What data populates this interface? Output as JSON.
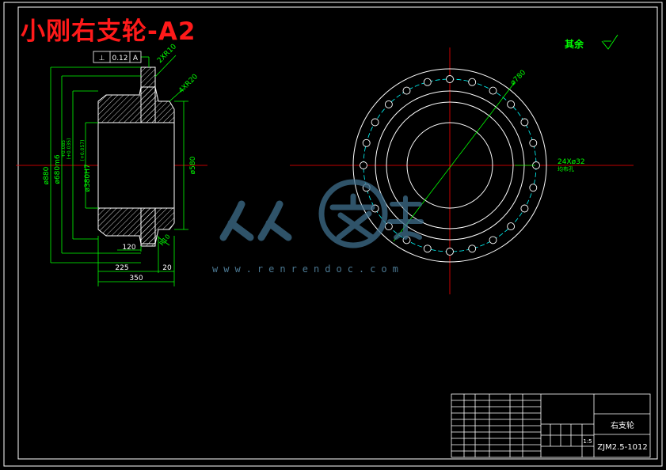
{
  "title": "小刚右支轮-A2",
  "colors": {
    "background": "#000000",
    "frame": "#ffffff",
    "dimension": "#00ff00",
    "centerline": "#ff0000",
    "outline": "#ffffff",
    "hole_circle": "#00ffff",
    "title_text": "#ff1a1a"
  },
  "roughness_note": "其余",
  "section_view": {
    "tolerance_frame": [
      "⊥",
      "0.12",
      "A"
    ],
    "callouts": [
      "2XR10",
      "4XR20",
      "R10"
    ],
    "vertical_dims": [
      "ø880",
      "ø680m6",
      "+0.085",
      "(+0.035)",
      "ø380H7",
      "(+0.057)",
      "ø580"
    ],
    "horizontal_dims": [
      "120",
      "225",
      "350",
      "20"
    ]
  },
  "end_view": {
    "dims": [
      "ø780",
      "24Xø32"
    ],
    "hole_note": "均布孔"
  },
  "watermark": {
    "url": "www.renrendoc.com"
  },
  "title_block": {
    "part_name": "右支轮",
    "drawing_number": "ZJM2.5-1012",
    "scale": "1:5"
  }
}
